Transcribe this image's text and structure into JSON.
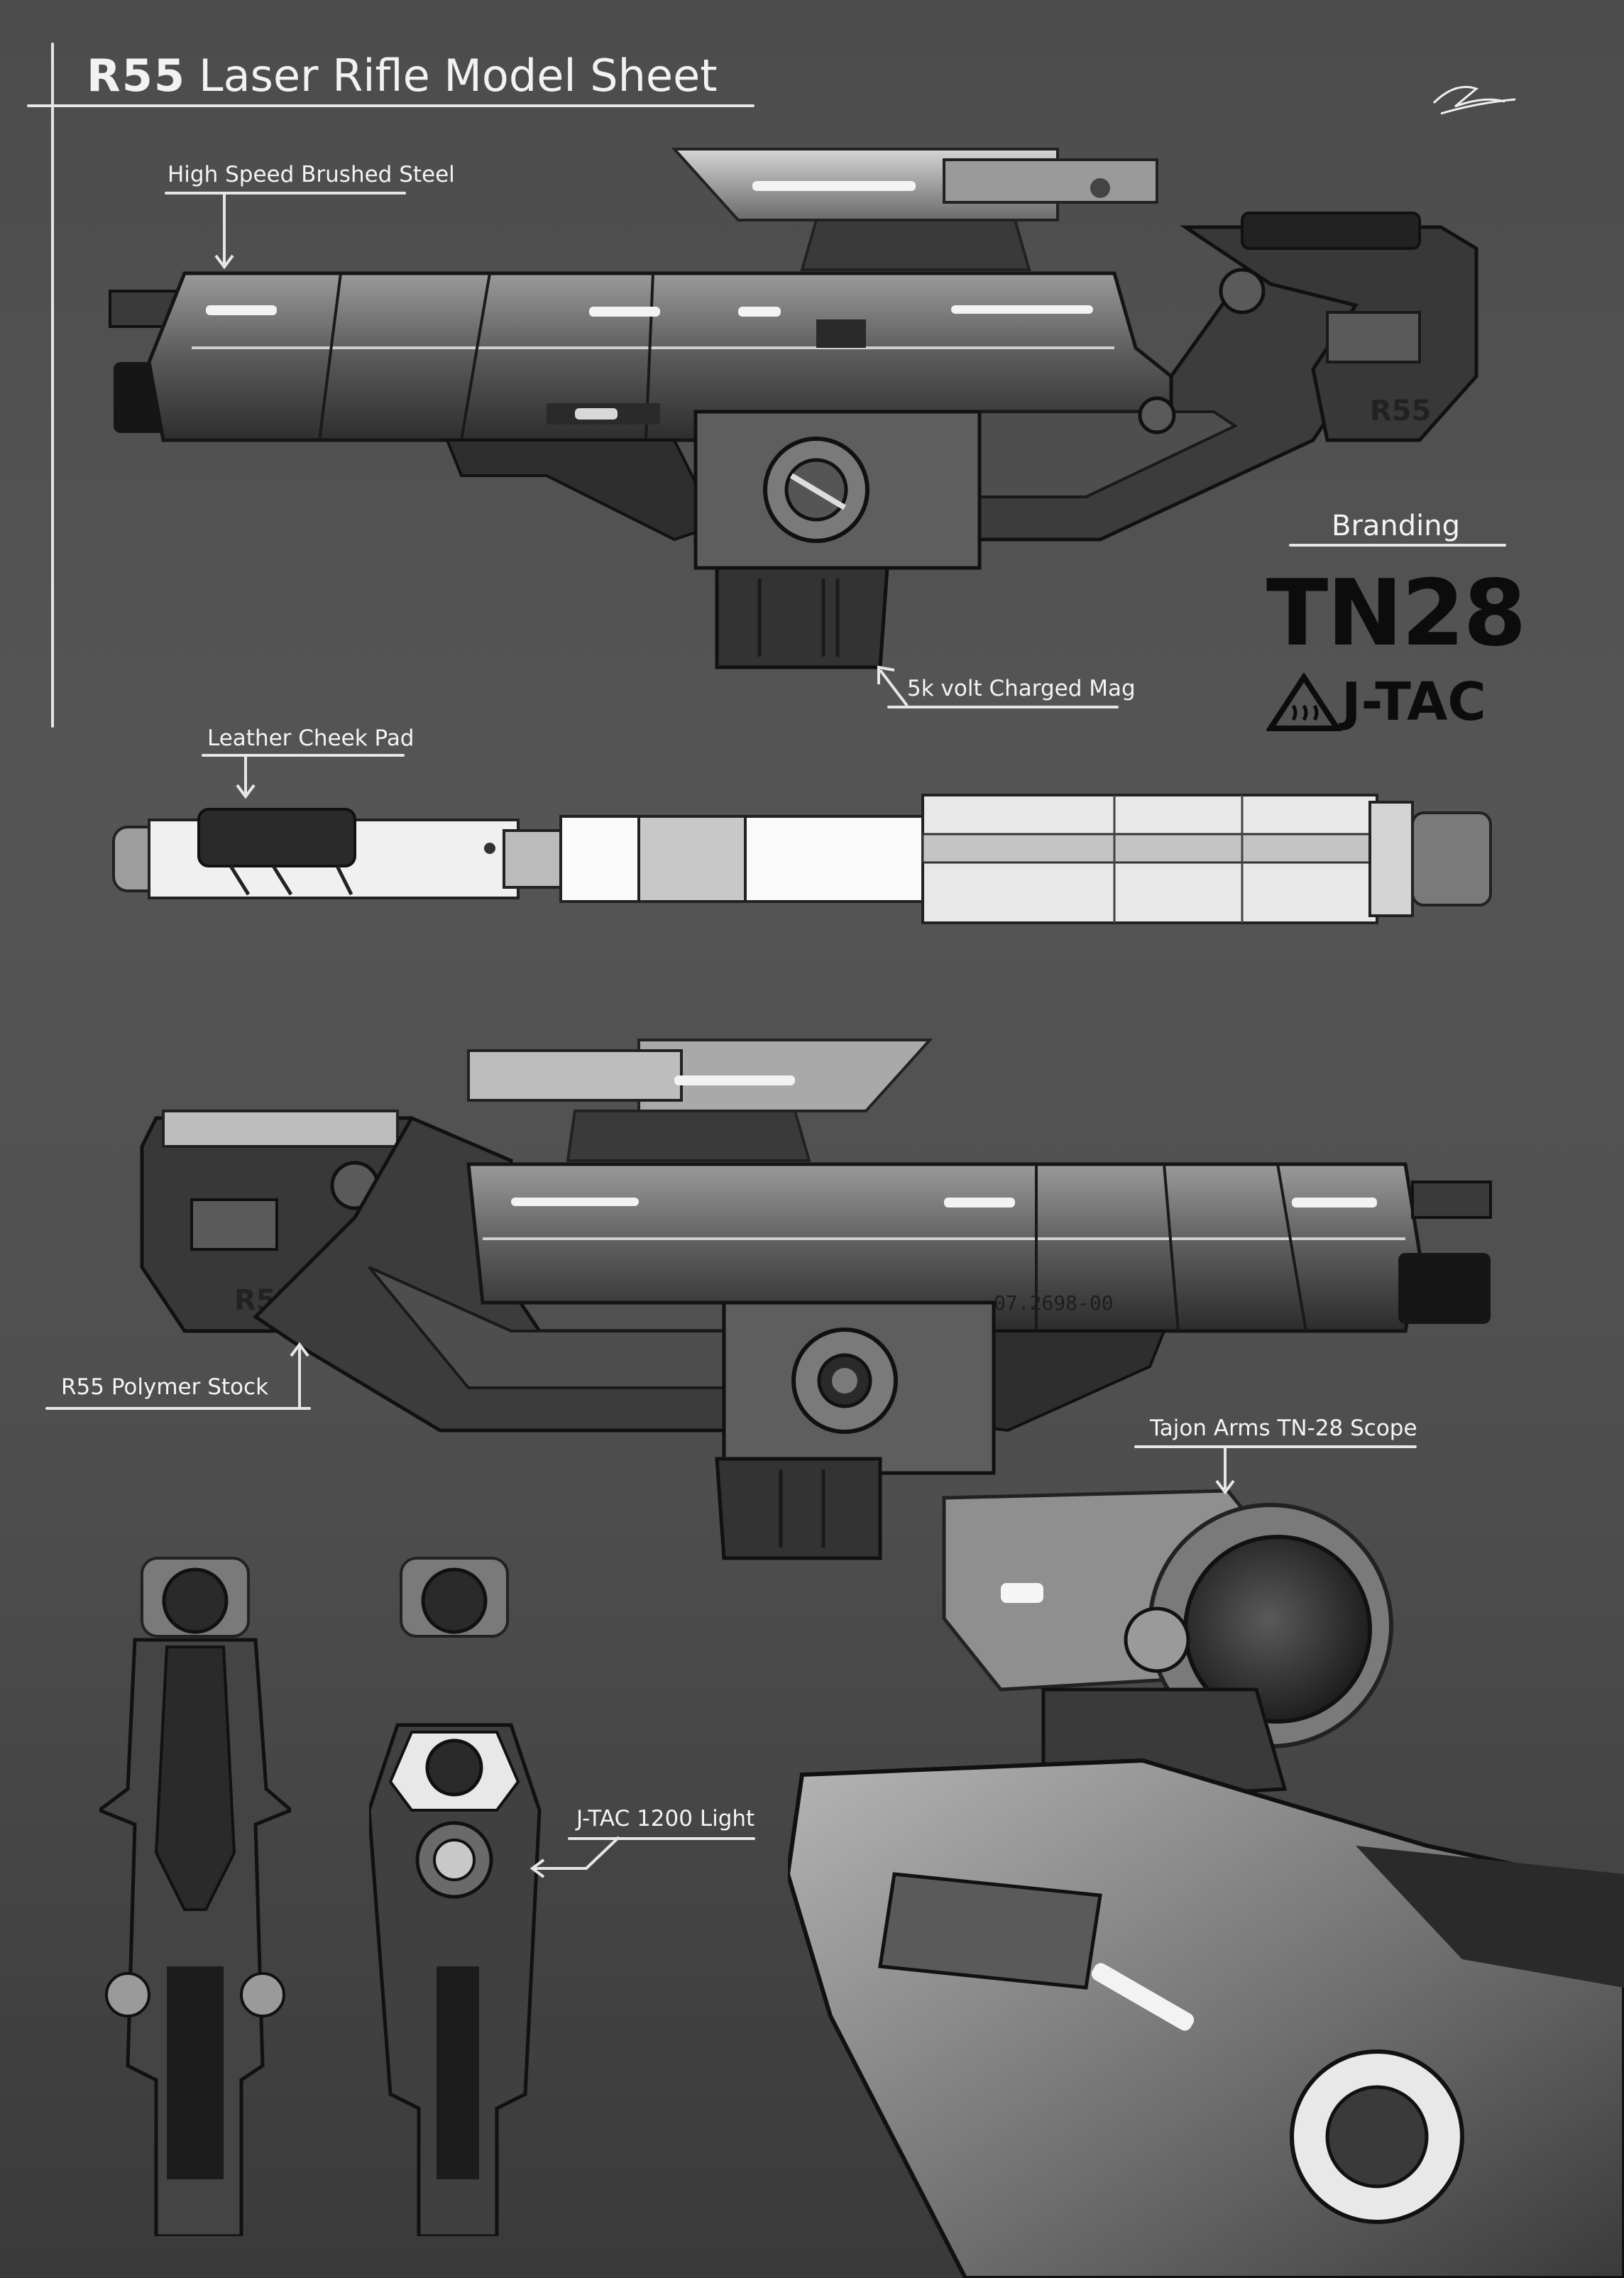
{
  "sheet": {
    "title_code": "R55",
    "title_text": "Laser Rifle Model Sheet"
  },
  "labels": {
    "brushed_steel": "High Speed Brushed Steel",
    "charged_mag": "5k volt Charged Mag",
    "cheek_pad": "Leather Cheek Pad",
    "polymer_stock": "R55 Polymer Stock",
    "scope": "Tajon Arms TN-28 Scope",
    "light": "J-TAC 1200 Light"
  },
  "branding": {
    "heading": "Branding",
    "logo_main": "TN28",
    "logo_secondary": "J-TAC"
  },
  "engravings": {
    "stock_mark": "R55",
    "serial": "07.2698-00"
  },
  "colors": {
    "background": "#4c4c4c",
    "line": "#e6e6e6",
    "metal_dark": "#2a2a2a",
    "metal_mid": "#6e6e6e",
    "metal_light": "#bdbdbd",
    "highlight": "#f5f5f5"
  }
}
